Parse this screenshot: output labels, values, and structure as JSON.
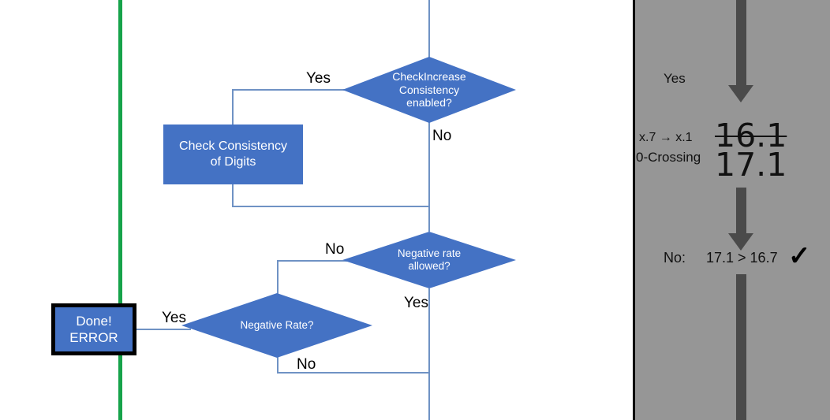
{
  "colors": {
    "node_blue": "#4472C4",
    "connector_blue": "#6F92C4",
    "green_line": "#16A34A",
    "panel_gray": "#969696",
    "arrow_gray": "#4A4A4A",
    "text_white": "#FFFFFF",
    "text_black": "#000000"
  },
  "flow": {
    "decision_checkincrease": {
      "line1": "CheckIncrease",
      "line2": "Consistency",
      "line3": "enabled?"
    },
    "process_check_consistency": {
      "line1": "Check Consistency",
      "line2": "of Digits"
    },
    "decision_negative_rate_allowed": {
      "line1": "Negative rate",
      "line2": "allowed?"
    },
    "decision_negative_rate": {
      "line1": "Negative Rate?"
    },
    "terminator_error": {
      "line1": "Done!",
      "line2": "ERROR"
    },
    "labels": {
      "checkincrease_yes": "Yes",
      "checkincrease_no": "No",
      "negrate_allowed_no": "No",
      "negrate_allowed_yes": "Yes",
      "negrate_yes": "Yes",
      "negrate_no": "No"
    }
  },
  "panel": {
    "yes_label": "Yes",
    "rule_line1": "x.7 → x.1",
    "rule_line2": "0-Crossing",
    "value_struck": "16.1",
    "value_result": "17.1",
    "no_label": "No:",
    "comparison": "17.1 > 16.7",
    "check_glyph": "✓"
  }
}
